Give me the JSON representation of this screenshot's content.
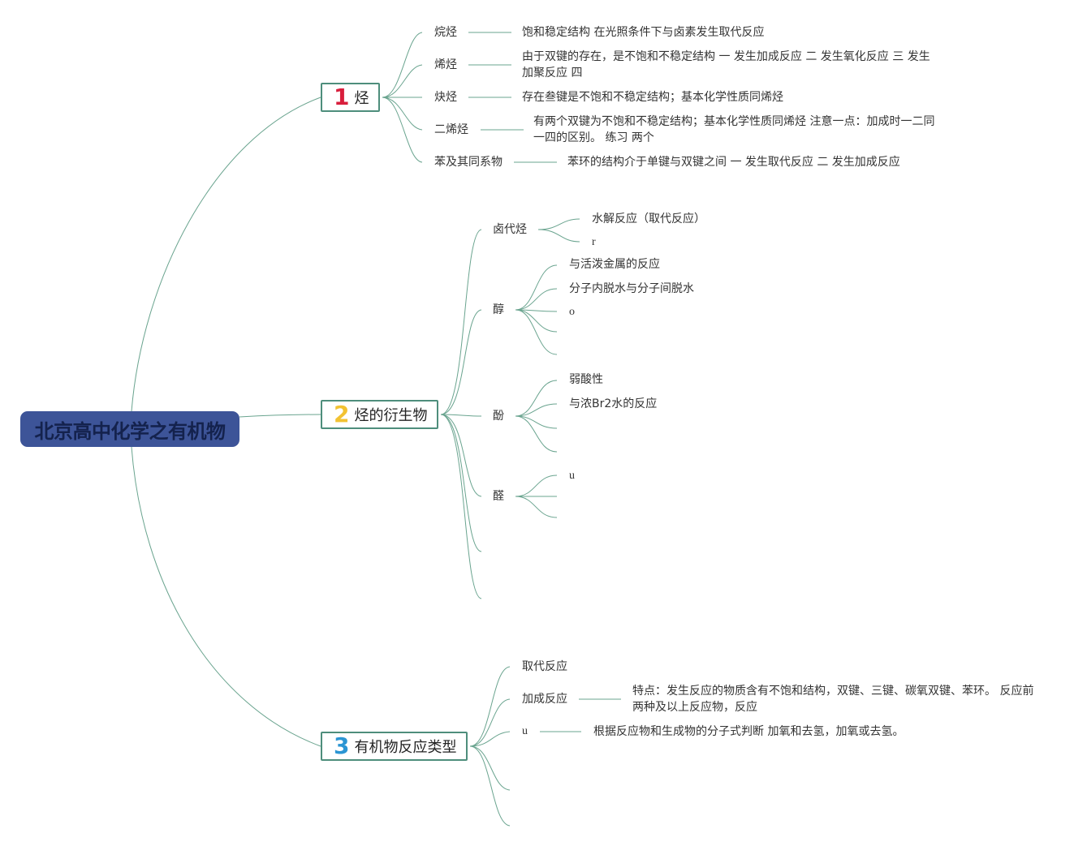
{
  "root": {
    "title": "北京高中化学之有机物"
  },
  "branch1": {
    "num": "1",
    "label": "烃",
    "color": "#d81e3c",
    "items": [
      {
        "label": "烷烃",
        "desc": "饱和稳定结构 在光照条件下与卤素发生取代反应"
      },
      {
        "label": "烯烃",
        "desc": "由于双键的存在，是不饱和不稳定结构 一 发生加成反应 二 发生氧化反应 三 发生加聚反应 四"
      },
      {
        "label": "炔烃",
        "desc": "存在叁键是不饱和不稳定结构；基本化学性质同烯烃"
      },
      {
        "label": "二烯烃",
        "desc": "有两个双键为不饱和不稳定结构；基本化学性质同烯烃 注意一点：加成时一二同一四的区别。 练习 两个"
      },
      {
        "label": "苯及其同系物",
        "desc": "苯环的结构介于单键与双键之间 一 发生取代反应 二 发生加成反应"
      }
    ]
  },
  "branch2": {
    "num": "2",
    "label": "烃的衍生物",
    "color": "#f2c232",
    "groups": [
      {
        "label": "卤代烃",
        "children": [
          "水解反应（取代反应）",
          "r"
        ]
      },
      {
        "label": "醇",
        "children": [
          "与活泼金属的反应",
          "分子内脱水与分子间脱水",
          "o"
        ]
      },
      {
        "label": "酚",
        "children": [
          "弱酸性",
          "与浓Br2水的反应"
        ]
      },
      {
        "label": "醛",
        "children": [
          "u"
        ]
      }
    ]
  },
  "branch3": {
    "num": "3",
    "label": "有机物反应类型",
    "color": "#2b95d3",
    "items": [
      {
        "label": "取代反应"
      },
      {
        "label": "加成反应",
        "desc": "特点：发生反应的物质含有不饱和结构，双键、三键、碳氧双键、苯环。 反应前两种及以上反应物，反应"
      },
      {
        "label": "u",
        "desc": "根据反应物和生成物的分子式判断 加氧和去氢，加氧或去氢。"
      }
    ]
  },
  "colors": {
    "line": "#5e9c86",
    "root_bg": "#3d5498",
    "border": "#4e8e7c"
  }
}
